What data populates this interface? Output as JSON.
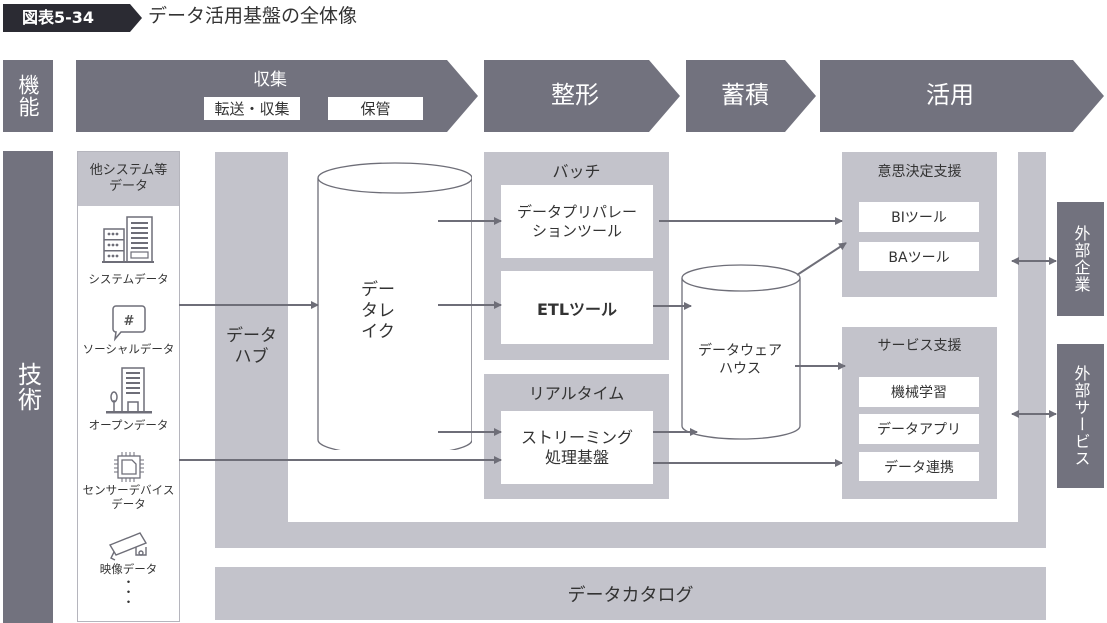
{
  "header": {
    "figure_number": "図表5-34",
    "title": "データ活用基盤の全体像"
  },
  "rows": {
    "function_label": "機能",
    "technology_label": "技術"
  },
  "stages": [
    {
      "label": "収集",
      "sub": [
        "転送・収集",
        "保管"
      ]
    },
    {
      "label": "整形"
    },
    {
      "label": "蓄積"
    },
    {
      "label": "活用"
    }
  ],
  "sources": {
    "header": "他システム等データ",
    "items": [
      {
        "label": "システムデータ",
        "icon": "server-building-icon"
      },
      {
        "label": "ソーシャルデータ",
        "icon": "hashtag-speech-bubble-icon"
      },
      {
        "label": "オープンデータ",
        "icon": "office-building-icon"
      },
      {
        "label": "センサーデバイスデータ",
        "icon": "chip-icon"
      },
      {
        "label": "映像データ",
        "icon": "security-camera-icon"
      }
    ],
    "more": "・・・"
  },
  "data_hub": "データハブ",
  "data_lake": "データレイク",
  "batch": {
    "title": "バッチ",
    "tools": [
      "データプリパレーションツール",
      "ETLツール"
    ]
  },
  "realtime": {
    "title": "リアルタイム",
    "tools": [
      "ストリーミング処理基盤"
    ]
  },
  "warehouse": "データウェアハウス",
  "decision_support": {
    "title": "意思決定支援",
    "items": [
      "BIツール",
      "BAツール"
    ]
  },
  "service_support": {
    "title": "サービス支援",
    "items": [
      "機械学習",
      "データアプリ",
      "データ連携"
    ]
  },
  "external": [
    "外部企業",
    "外部サービス"
  ],
  "catalog": "データカタログ",
  "colors": {
    "dark": "#72727e",
    "light": "#c3c3cb",
    "arrow": "#6e6e78",
    "badge": "#2b2b33"
  }
}
